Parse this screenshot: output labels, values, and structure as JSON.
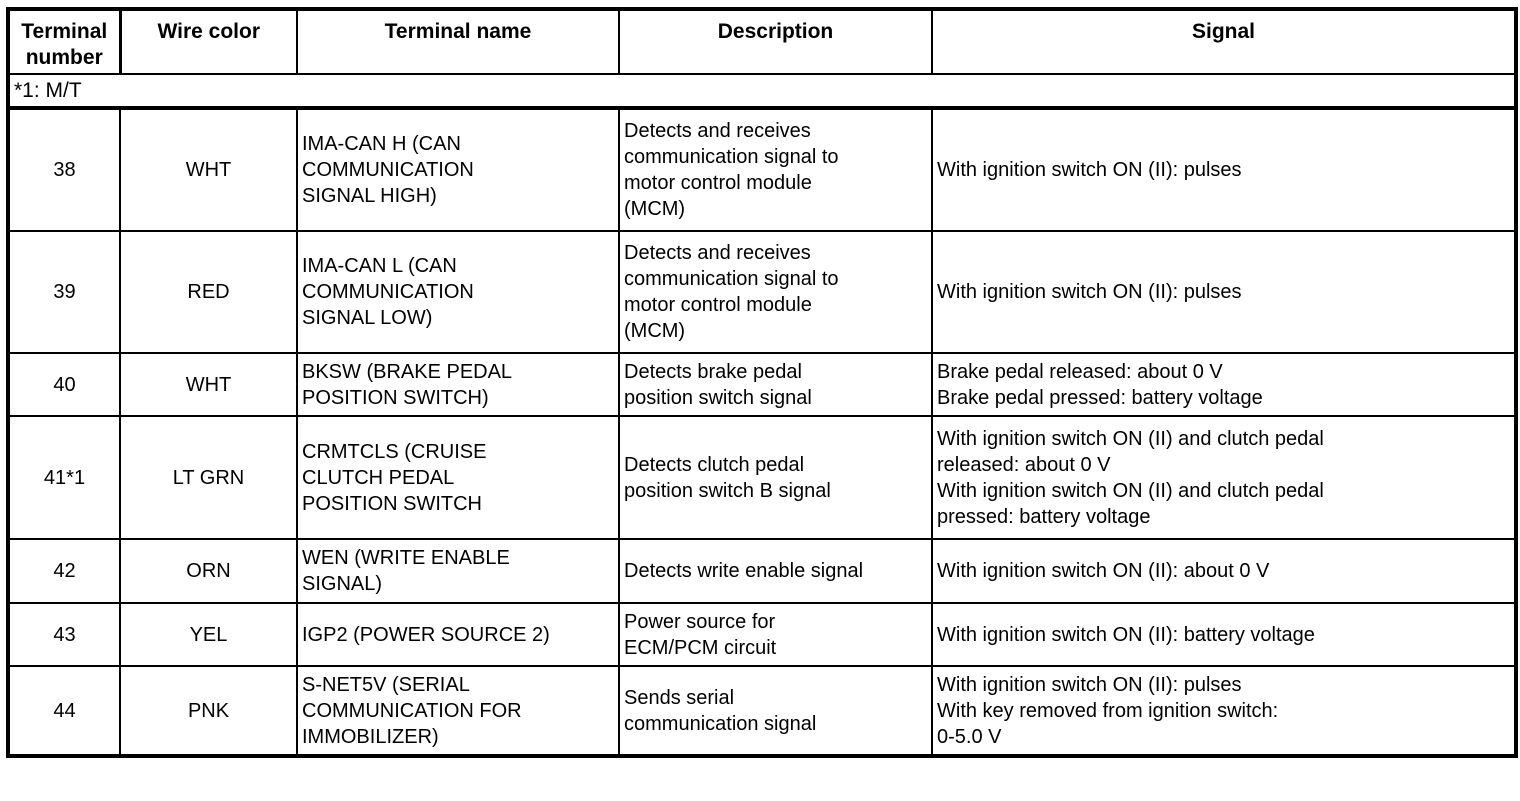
{
  "table": {
    "headers": [
      [
        "Terminal",
        "number"
      ],
      "Wire color",
      "Terminal name",
      "Description",
      "Signal"
    ],
    "note": "*1: M/T",
    "rows": [
      {
        "terminal_number": "38",
        "wire_color": "WHT",
        "terminal_name": [
          "IMA-CAN H (CAN",
          "COMMUNICATION",
          "SIGNAL HIGH)"
        ],
        "description": [
          "Detects and receives",
          "communication signal to",
          "motor control module",
          "(MCM)"
        ],
        "signal": [
          "With ignition switch ON (II): pulses"
        ]
      },
      {
        "terminal_number": "39",
        "wire_color": "RED",
        "terminal_name": [
          "IMA-CAN L (CAN",
          "COMMUNICATION",
          "SIGNAL LOW)"
        ],
        "description": [
          "Detects and receives",
          "communication signal to",
          "motor control module",
          "(MCM)"
        ],
        "signal": [
          "With ignition switch ON (II): pulses"
        ]
      },
      {
        "terminal_number": "40",
        "wire_color": "WHT",
        "terminal_name": [
          "BKSW (BRAKE PEDAL",
          "POSITION SWITCH)"
        ],
        "description": [
          "Detects brake pedal",
          "position switch signal"
        ],
        "signal": [
          "Brake pedal released: about 0 V",
          "Brake pedal pressed: battery voltage"
        ]
      },
      {
        "terminal_number": "41*1",
        "wire_color": "LT GRN",
        "terminal_name": [
          "CRMTCLS (CRUISE",
          "CLUTCH PEDAL",
          "POSITION SWITCH"
        ],
        "description": [
          "Detects clutch pedal",
          "position switch B signal"
        ],
        "signal": [
          "With ignition switch ON (II) and clutch pedal",
          "released: about 0 V",
          "With ignition switch ON (II) and clutch pedal",
          "pressed: battery voltage"
        ]
      },
      {
        "terminal_number": "42",
        "wire_color": "ORN",
        "terminal_name": [
          "WEN (WRITE ENABLE",
          "SIGNAL)"
        ],
        "description": [
          "Detects write enable signal"
        ],
        "signal": [
          "With ignition switch ON (II): about 0 V"
        ]
      },
      {
        "terminal_number": "43",
        "wire_color": "YEL",
        "terminal_name": [
          "IGP2 (POWER SOURCE 2)"
        ],
        "description": [
          "Power source for",
          "ECM/PCM circuit"
        ],
        "signal": [
          "With ignition switch ON (II): battery voltage"
        ]
      },
      {
        "terminal_number": "44",
        "wire_color": "PNK",
        "terminal_name": [
          "S-NET5V (SERIAL",
          "COMMUNICATION FOR",
          "IMMOBILIZER)"
        ],
        "description": [
          "Sends serial",
          "communication signal"
        ],
        "signal": [
          "With ignition switch ON (II): pulses",
          "With key removed from ignition switch:",
          "0-5.0 V"
        ]
      }
    ]
  }
}
